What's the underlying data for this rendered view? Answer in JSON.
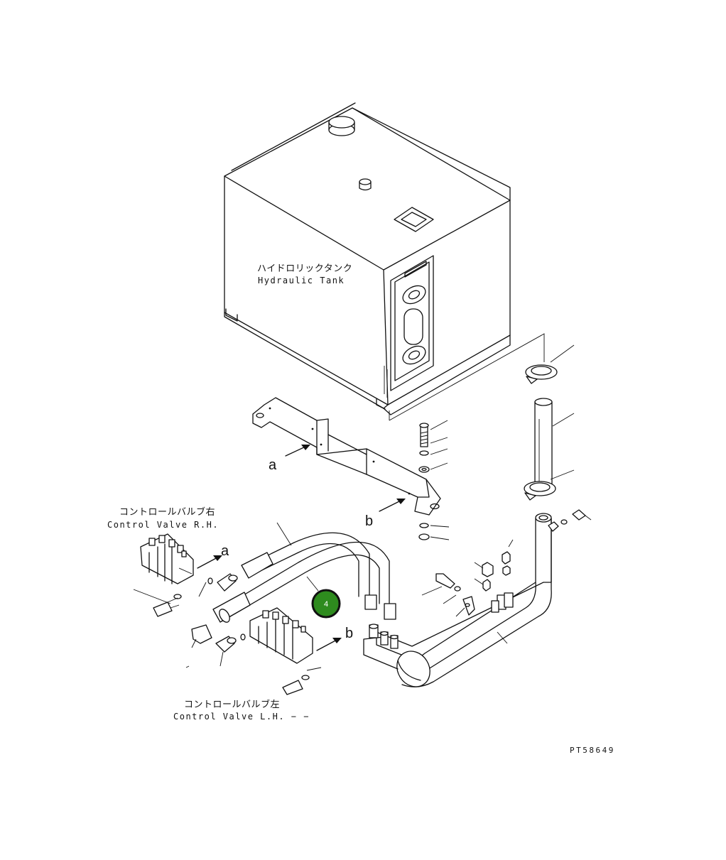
{
  "labels": {
    "hydraulic_tank_jp": "ハイドロリックタンク",
    "hydraulic_tank_en": "Hydraulic Tank",
    "control_valve_rh_jp": "コントロールバルブ右",
    "control_valve_rh_en": "Control Valve R.H.",
    "control_valve_lh_jp": "コントロールバルブ左",
    "control_valve_lh_en": "Control Valve L.H. − −"
  },
  "reference_letters": {
    "a_bracket": "a",
    "b_bracket": "b",
    "a_valve": "a",
    "b_valve": "b"
  },
  "callout": {
    "number": "4",
    "color": "#2e8b1e"
  },
  "drawing_code": "PT58649"
}
